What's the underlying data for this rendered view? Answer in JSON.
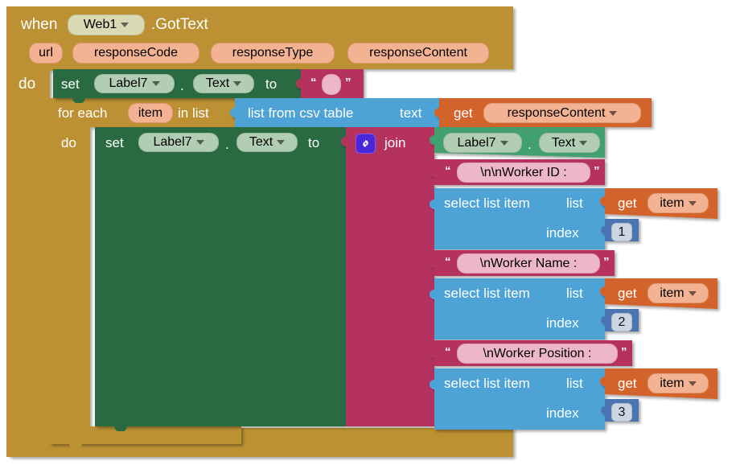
{
  "workspace": {
    "background": "#ffffff",
    "palette": {
      "control_gold": "#bc9133",
      "control_gold_dark": "#a67f2b",
      "setter_green": "#2a6a41",
      "getter_green": "#42a06e",
      "text_magenta": "#b5315f",
      "list_blue": "#4da3d6",
      "variable_orange": "#d2642c",
      "math_blue": "#4a74b0",
      "mutator_purple": "#4b25d8"
    }
  },
  "event_block": {
    "name": "when-web1-gottext",
    "when_label": "when",
    "component": "Web1",
    "event_suffix": ".GotText",
    "parameters": [
      "url",
      "responseCode",
      "responseType",
      "responseContent"
    ],
    "do_label": "do"
  },
  "outer_setter": {
    "name": "set-label7-text-outer",
    "set_label": "set",
    "component": "Label7",
    "property": "Text",
    "to_label": "to",
    "value": {
      "type": "text",
      "content": "",
      "open_quote": "“",
      "close_quote": "”"
    }
  },
  "for_each": {
    "name": "for-each-item-in-list",
    "for_each_label": "for each",
    "loop_variable": "item",
    "in_list_label": "in list",
    "do_label": "do",
    "list_expression": {
      "type": "list-from-csv-table",
      "label": "list from csv table",
      "socket_label": "text",
      "argument": {
        "type": "get",
        "get_label": "get",
        "variable": "responseContent"
      }
    }
  },
  "inner_setter": {
    "name": "set-label7-text-inner",
    "set_label": "set",
    "component": "Label7",
    "property": "Text",
    "to_label": "to"
  },
  "join_block": {
    "name": "join-block",
    "label": "join",
    "mutator_icon": "gear-icon",
    "sockets": [
      {
        "kind": "component-getter",
        "component": "Label7",
        "property": "Text"
      },
      {
        "kind": "text",
        "open_quote": "“",
        "close_quote": "”",
        "content": "\\n\\nWorker ID : "
      },
      {
        "kind": "select-list-item",
        "label": "select list item",
        "list_label": "list",
        "index_label": "index",
        "list_arg": {
          "get_label": "get",
          "variable": "item"
        },
        "index_value": "1"
      },
      {
        "kind": "text",
        "open_quote": "“",
        "close_quote": "”",
        "content": "\\nWorker Name : "
      },
      {
        "kind": "select-list-item",
        "label": "select list item",
        "list_label": "list",
        "index_label": "index",
        "list_arg": {
          "get_label": "get",
          "variable": "item"
        },
        "index_value": "2"
      },
      {
        "kind": "text",
        "open_quote": "“",
        "close_quote": "”",
        "content": "\\nWorker Position : "
      },
      {
        "kind": "select-list-item",
        "label": "select list item",
        "list_label": "list",
        "index_label": "index",
        "list_arg": {
          "get_label": "get",
          "variable": "item"
        },
        "index_value": "3"
      }
    ]
  }
}
